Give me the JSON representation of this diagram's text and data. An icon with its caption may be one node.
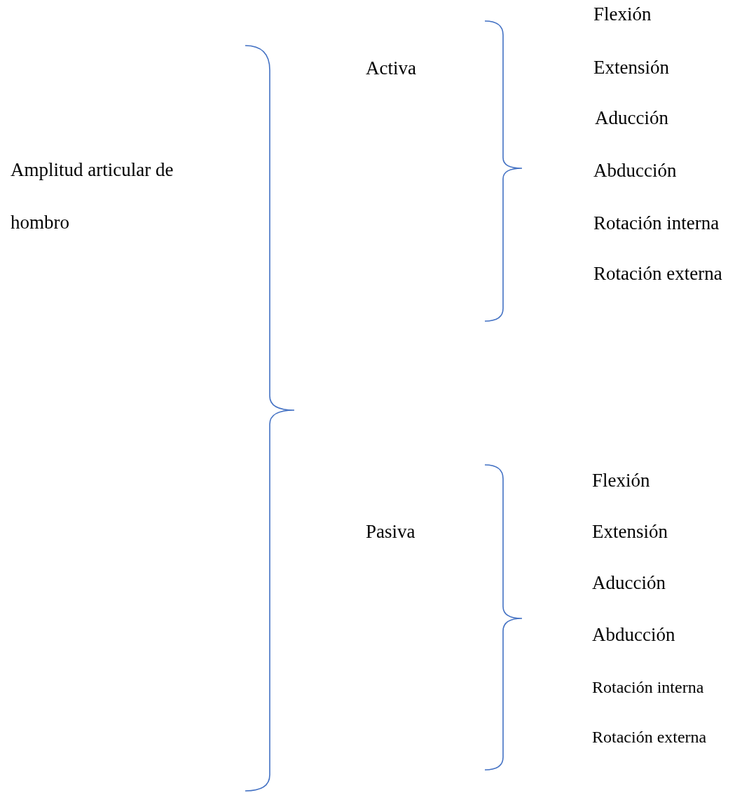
{
  "diagram": {
    "labels": [
      "Amplitud articular de hombro",
      "Activa",
      "Flexión",
      "Extensión",
      "Aducción",
      "Abducción",
      "Rotación interna",
      "Rotación externa",
      "Pasiva",
      "Flexión",
      "Extensión",
      "Aducción",
      "Abducción",
      "Rotación interna",
      "Rotación externa"
    ]
  }
}
